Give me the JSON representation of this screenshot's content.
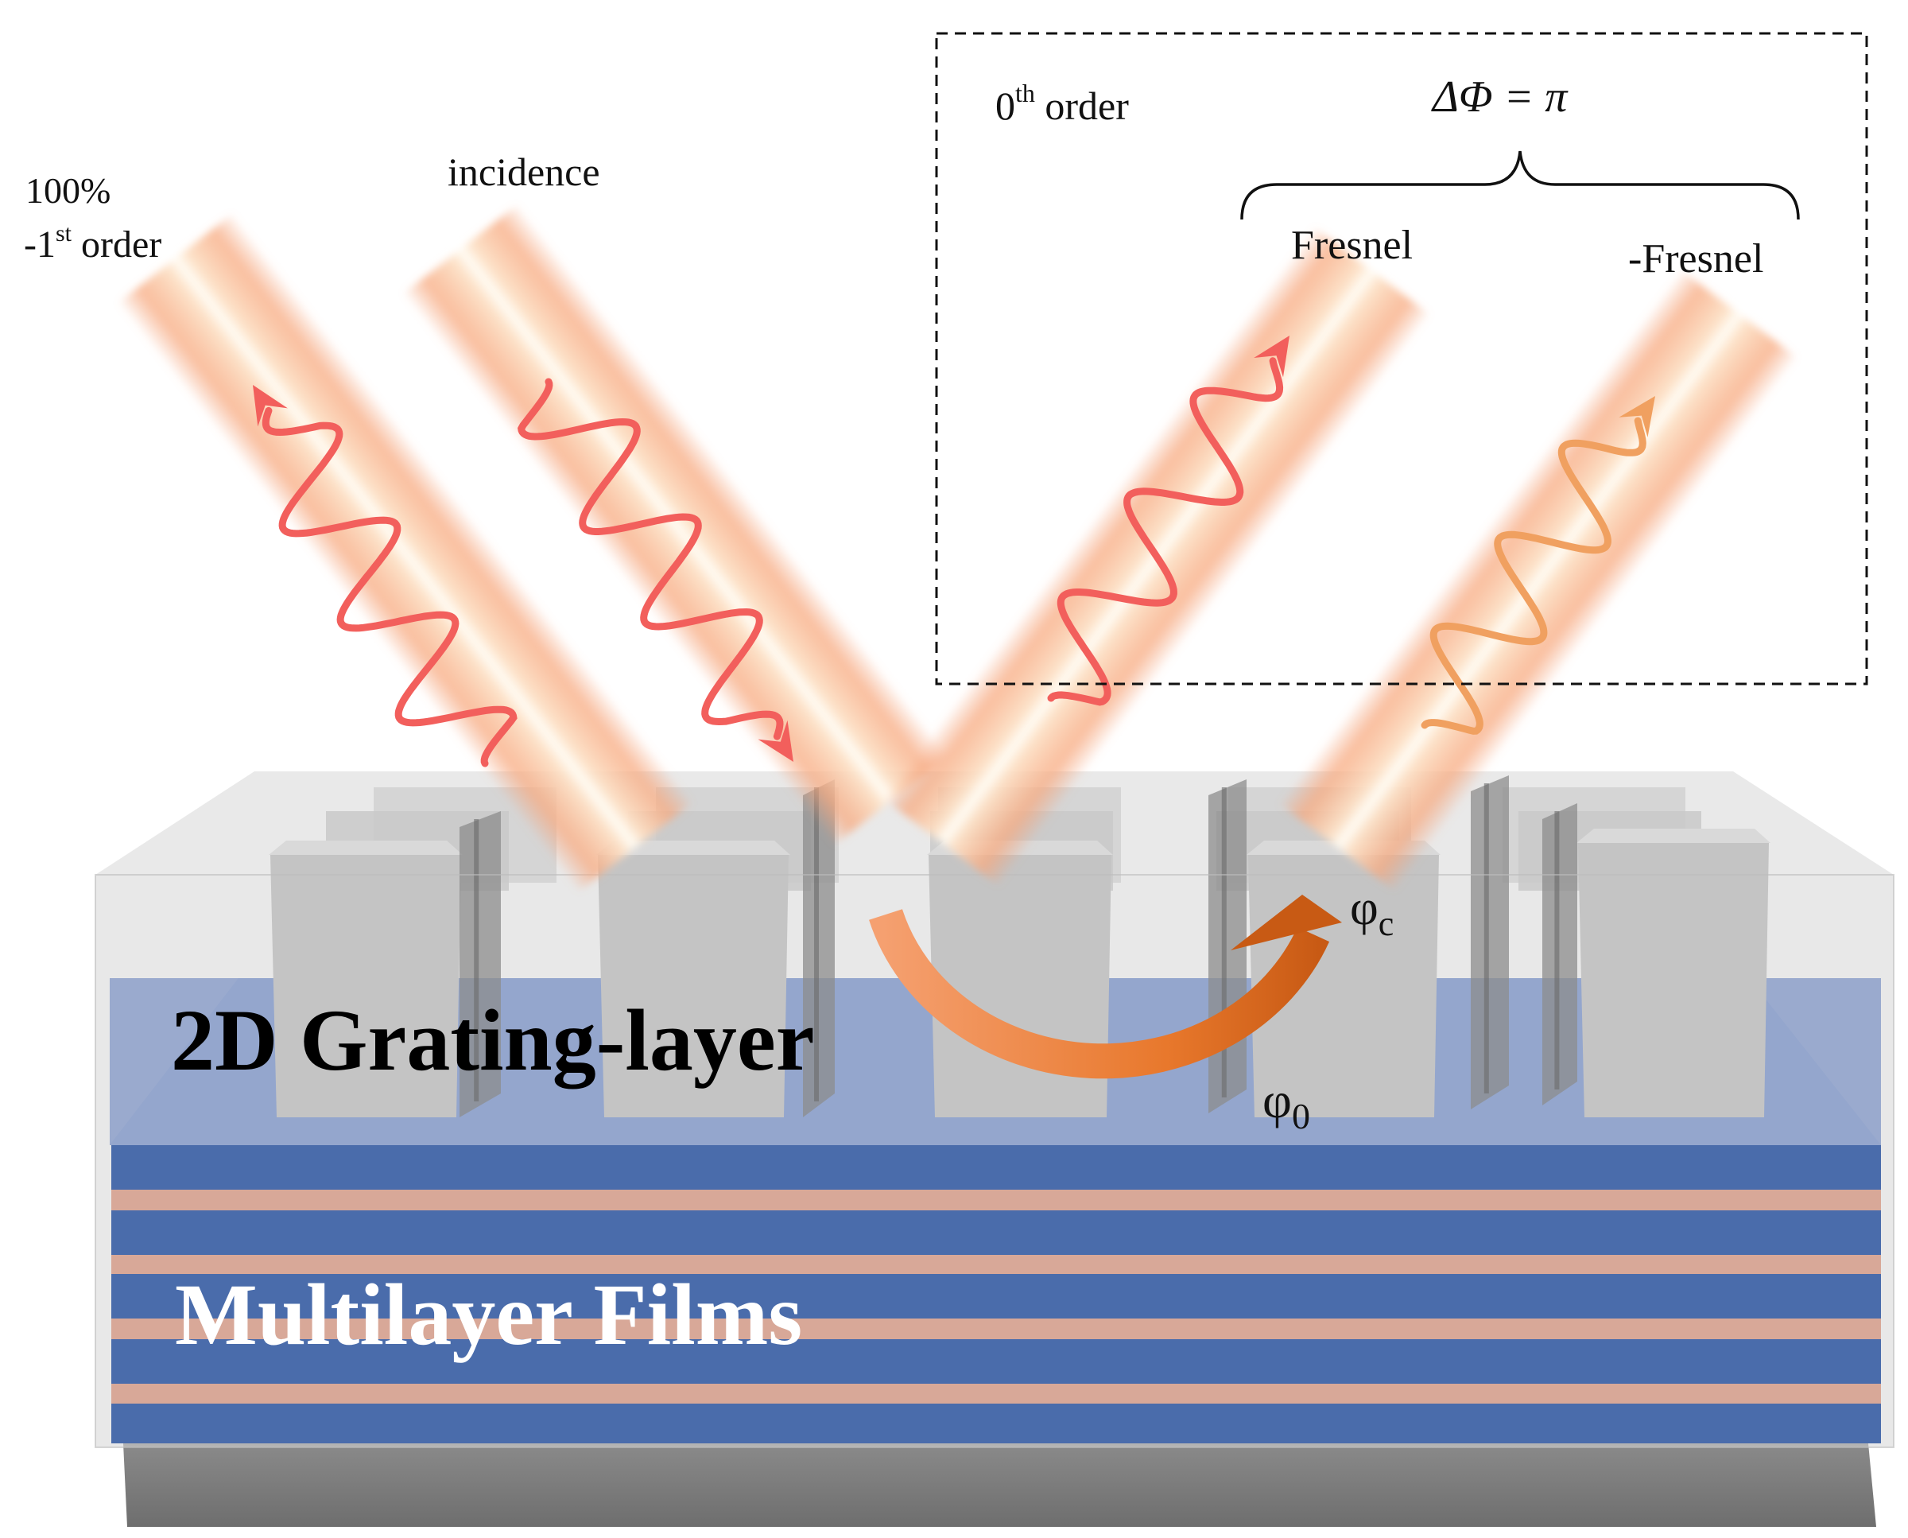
{
  "labels": {
    "percent": "100%",
    "minus_first_prefix": "-1",
    "minus_first_sup": "st",
    "minus_first_suffix": " order",
    "incidence": "incidence",
    "zeroth_prefix": "0",
    "zeroth_sup": "th",
    "zeroth_suffix": " order",
    "delta_phi": "ΔΦ = π",
    "fresnel": "Fresnel",
    "neg_fresnel": "-Fresnel",
    "phi_c_base": "φ",
    "phi_c_sub": "c",
    "phi_0_base": "φ",
    "phi_0_sub": "0",
    "grating": "2D Grating-layer",
    "multilayer": "Multilayer Films"
  },
  "colors": {
    "wave_red": "#f25f5c",
    "wave_orange": "#f0a060",
    "beam_glow": "#f7a878",
    "film_blue": "#4a6cab",
    "film_pink": "#d8a898",
    "grating_gray": "#c4c4c4",
    "arc_orange": "#e87a30"
  }
}
